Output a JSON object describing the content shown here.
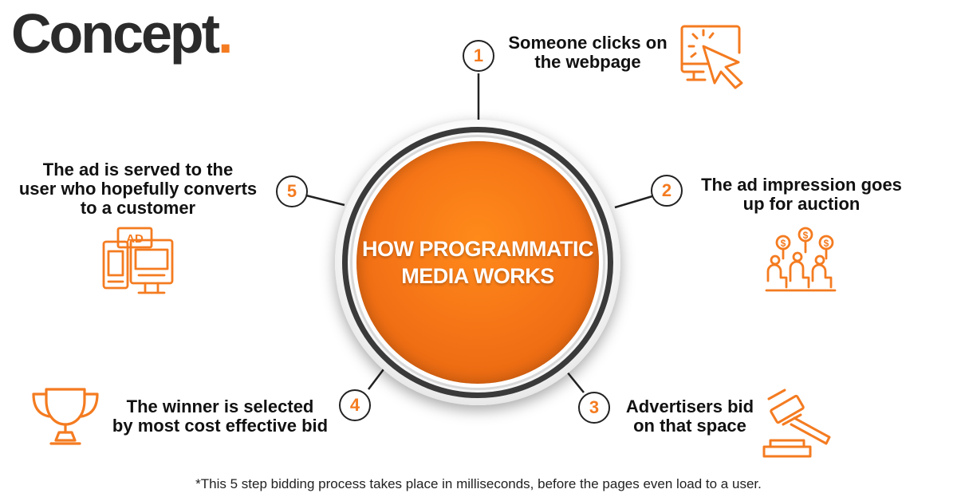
{
  "brand": {
    "logo_text": "Concept",
    "logo_dot": ".",
    "accent_color": "#f47b20"
  },
  "hub": {
    "line1": "HOW PROGRAMMATIC",
    "line2": "MEDIA WORKS"
  },
  "steps": [
    {
      "number": "1",
      "line1": "Someone clicks on",
      "line2": "the webpage",
      "icon": "cursor-click-screen-icon"
    },
    {
      "number": "2",
      "line1": "The ad impression goes",
      "line2": "up for auction",
      "icon": "auction-bidders-icon"
    },
    {
      "number": "3",
      "line1": "Advertisers bid",
      "line2": "on that space",
      "icon": "gavel-icon"
    },
    {
      "number": "4",
      "line1": "The winner is selected",
      "line2": "by most cost effective bid",
      "icon": "trophy-icon"
    },
    {
      "number": "5",
      "line1": "The ad is served to the",
      "line2": "user who hopefully converts",
      "line3": "to a customer",
      "icon": "ad-devices-icon"
    }
  ],
  "ad_icon_label": "AD",
  "footnote": "*This 5 step bidding process takes place in milliseconds, before the pages even load to a user."
}
